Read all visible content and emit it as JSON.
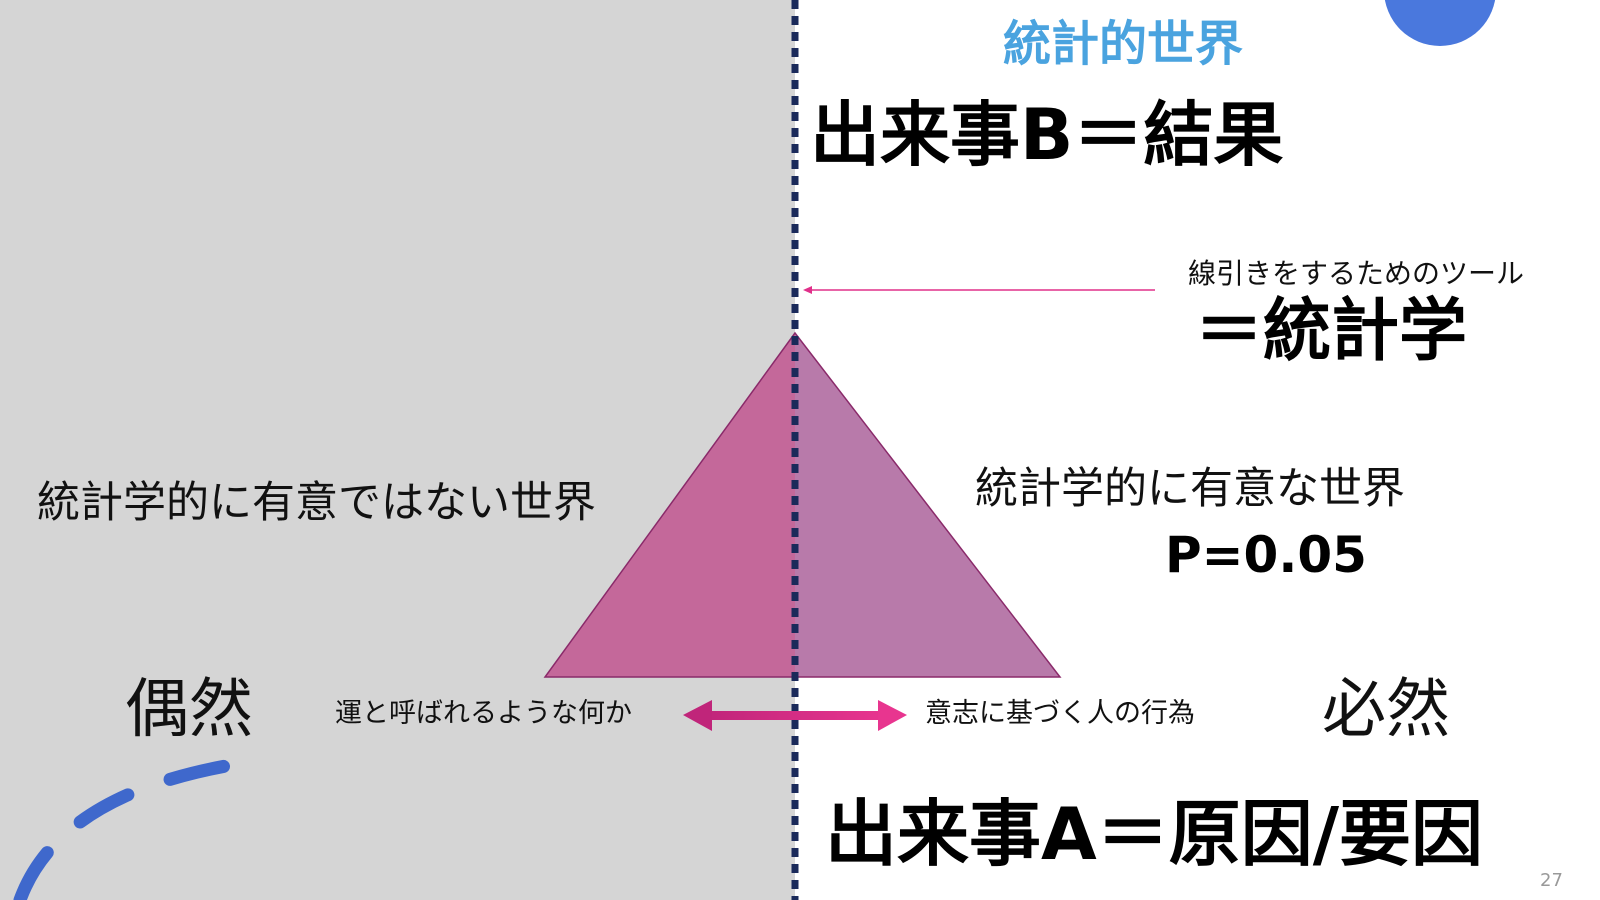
{
  "slide": {
    "header": "統計的世界",
    "event_b": "出来事B＝結果",
    "tool_caption": "線引きをするためのツール",
    "tool_name": "＝統計学",
    "not_significant": "統計学的に有意ではない世界",
    "significant": "統計学的に有意な世界",
    "p_value": "P=0.05",
    "chance": "偶然",
    "necessity": "必然",
    "luck_label": "運と呼ばれるような何か",
    "will_label": "意志に基づく人の行為",
    "event_a": "出来事A＝原因/要因",
    "page_number": "27"
  },
  "colors": {
    "header_blue": "#4aa3df",
    "left_panel": "#d5d5d5",
    "divider": "#1a2a5a",
    "triangle_left": "#c4689a",
    "triangle_right": "#b87aaa",
    "arrow": "#e0308a",
    "accent_circle": "#4a78dd"
  }
}
